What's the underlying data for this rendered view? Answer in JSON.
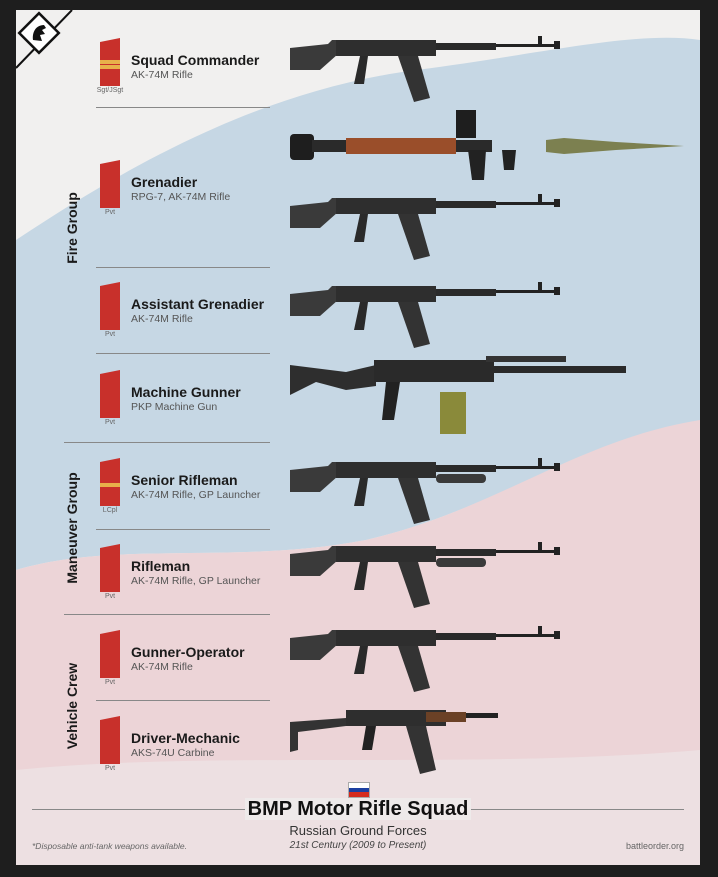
{
  "title": "BMP Motor Rifle Squad",
  "subtitle": "Russian Ground Forces",
  "era": "21st Century (2009 to Present)",
  "footnote": "*Disposable anti-tank weapons available.",
  "source": "battleorder.org",
  "colors": {
    "rank_red": "#c8302b",
    "rank_stripe": "#e8b04a",
    "blue": "#c5d6e3",
    "pink": "#ecd3d6"
  },
  "groups": [
    {
      "label": "Fire Group"
    },
    {
      "label": "Maneuver Group"
    },
    {
      "label": "Vehicle Crew"
    }
  ],
  "members": [
    {
      "role": "Squad Commander",
      "weapon": "AK-74M Rifle",
      "rank": "Sgt/JSgt",
      "stripe": "wide"
    },
    {
      "role": "Grenadier",
      "weapon": "RPG-7, AK-74M Rifle",
      "rank": "Pvt",
      "stripe": "none"
    },
    {
      "role": "Assistant Grenadier",
      "weapon": "AK-74M Rifle",
      "rank": "Pvt",
      "stripe": "none"
    },
    {
      "role": "Machine Gunner",
      "weapon": "PKP Machine Gun",
      "rank": "Pvt",
      "stripe": "none"
    },
    {
      "role": "Senior Rifleman",
      "weapon": "AK-74M Rifle, GP Launcher",
      "rank": "LCpl",
      "stripe": "thin"
    },
    {
      "role": "Rifleman",
      "weapon": "AK-74M Rifle, GP Launcher",
      "rank": "Pvt",
      "stripe": "none"
    },
    {
      "role": "Gunner-Operator",
      "weapon": "AK-74M Rifle",
      "rank": "Pvt",
      "stripe": "none"
    },
    {
      "role": "Driver-Mechanic",
      "weapon": "AKS-74U Carbine",
      "rank": "Pvt",
      "stripe": "none"
    }
  ]
}
